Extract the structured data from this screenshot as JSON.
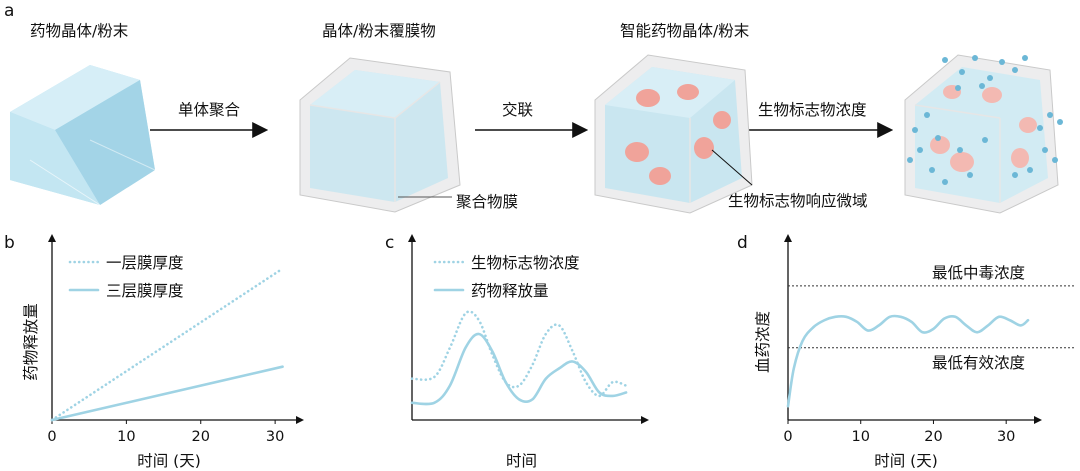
{
  "panel_a": {
    "letter": "a",
    "titles": [
      "药物晶体/粉末",
      "晶体/粉末覆膜物",
      "智能药物晶体/粉末"
    ],
    "steps": [
      "单体聚合",
      "交联",
      "生物标志物浓度"
    ],
    "annotations": {
      "membrane": "聚合物膜",
      "domain": "生物标志物响应微域"
    }
  },
  "colors": {
    "accent": "#9fd3e4",
    "cube": "#a8d8ea",
    "domain": "#f0a39a",
    "dot": "#6bb7d6"
  },
  "chart_data": [
    {
      "id": "b",
      "type": "line",
      "letter": "b",
      "xlabel": "时间 (天)",
      "ylabel": "药物释放量",
      "xticks": [
        0,
        10,
        20,
        30
      ],
      "xlim": [
        0,
        32
      ],
      "ylim": [
        0,
        1
      ],
      "legend_position": "top-left",
      "series": [
        {
          "name": "一层膜厚度",
          "style": "dotted",
          "x": [
            0,
            31
          ],
          "y": [
            0,
            0.88
          ]
        },
        {
          "name": "三层膜厚度",
          "style": "solid",
          "x": [
            0,
            31
          ],
          "y": [
            0,
            0.31
          ]
        }
      ]
    },
    {
      "id": "c",
      "type": "line",
      "letter": "c",
      "xlabel": "时间",
      "ylabel": "",
      "xlim": [
        0,
        1
      ],
      "ylim": [
        0,
        1
      ],
      "legend_position": "top-left",
      "series": [
        {
          "name": "生物标志物浓度",
          "style": "dotted",
          "x": [
            0,
            0.1,
            0.17,
            0.24,
            0.3,
            0.36,
            0.42,
            0.48,
            0.54,
            0.6,
            0.66,
            0.72,
            0.78,
            0.84,
            0.9,
            0.96
          ],
          "y": [
            0.24,
            0.25,
            0.42,
            0.62,
            0.58,
            0.38,
            0.22,
            0.2,
            0.32,
            0.5,
            0.55,
            0.4,
            0.22,
            0.14,
            0.22,
            0.2
          ]
        },
        {
          "name": "药物释放量",
          "style": "solid",
          "x": [
            0,
            0.1,
            0.17,
            0.24,
            0.3,
            0.36,
            0.42,
            0.48,
            0.54,
            0.6,
            0.66,
            0.72,
            0.78,
            0.84,
            0.9,
            0.96
          ],
          "y": [
            0.1,
            0.1,
            0.2,
            0.42,
            0.5,
            0.4,
            0.22,
            0.12,
            0.12,
            0.24,
            0.3,
            0.34,
            0.28,
            0.16,
            0.14,
            0.16
          ]
        }
      ]
    },
    {
      "id": "d",
      "type": "line",
      "letter": "d",
      "xlabel": "时间 (天)",
      "ylabel": "血药浓度",
      "xticks": [
        0,
        10,
        20,
        30
      ],
      "xlim": [
        0,
        33
      ],
      "ylim": [
        0,
        1
      ],
      "reference_lines": [
        {
          "label": "最低中毒浓度",
          "y": 0.78
        },
        {
          "label": "最低有效浓度",
          "y": 0.42
        }
      ],
      "series": [
        {
          "name": "",
          "style": "solid",
          "x": [
            0,
            0.8,
            2,
            3.5,
            5,
            6.5,
            8,
            9.5,
            11,
            12.5,
            14,
            15.5,
            17,
            18.5,
            20,
            21.5,
            23,
            24.5,
            26,
            27.5,
            29,
            30.5,
            32,
            33
          ],
          "y": [
            0.08,
            0.3,
            0.46,
            0.54,
            0.58,
            0.6,
            0.6,
            0.57,
            0.52,
            0.55,
            0.6,
            0.6,
            0.57,
            0.51,
            0.53,
            0.59,
            0.6,
            0.55,
            0.51,
            0.55,
            0.6,
            0.58,
            0.55,
            0.58
          ]
        }
      ]
    }
  ]
}
